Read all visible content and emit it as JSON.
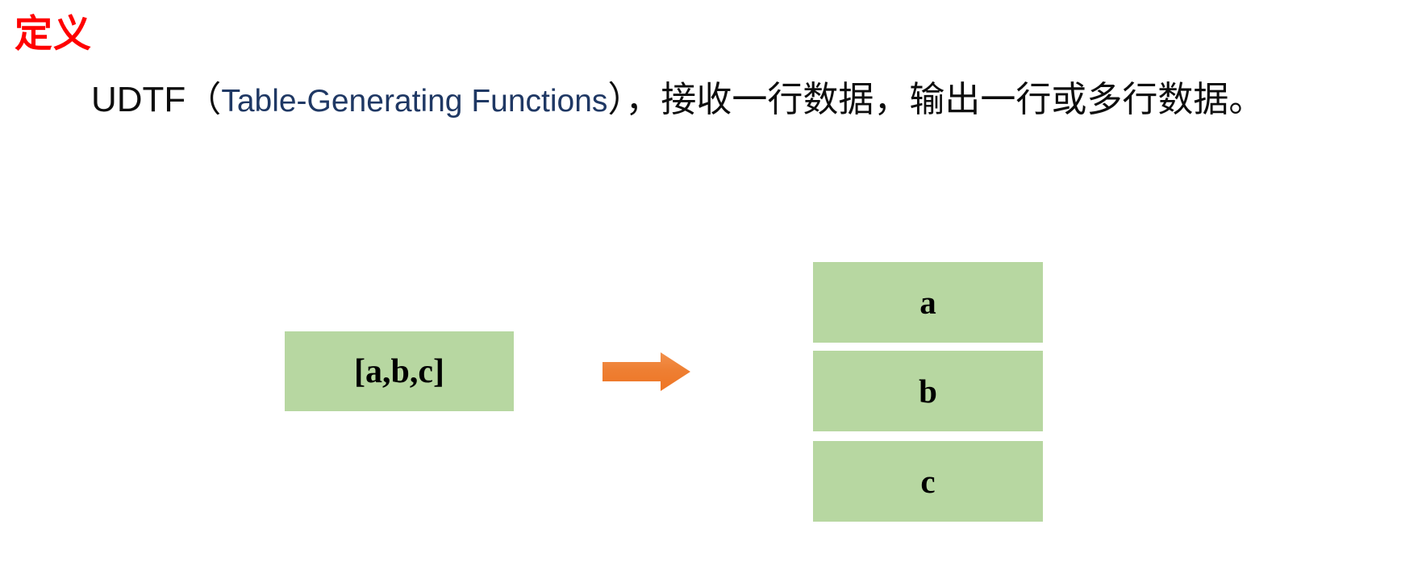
{
  "slide": {
    "title": "定义",
    "title_color": "#ff0000",
    "background_color": "#ffffff"
  },
  "definition": {
    "abbreviation": "UDTF",
    "open_paren": "（",
    "english_term": "Table-Generating Functions",
    "close_paren": "）",
    "description": "，接收一行数据，输出一行或多行数据。",
    "english_term_color": "#1f3864",
    "text_color": "#0d0d0d"
  },
  "diagram": {
    "box_fill_color": "#b7d7a1",
    "arrow_color": "#ed7d31",
    "input": {
      "label": "[a,b,c]"
    },
    "arrow": {
      "direction": "right",
      "icon": "right-arrow-icon"
    },
    "outputs": [
      {
        "label": "a"
      },
      {
        "label": "b"
      },
      {
        "label": "c"
      }
    ]
  }
}
